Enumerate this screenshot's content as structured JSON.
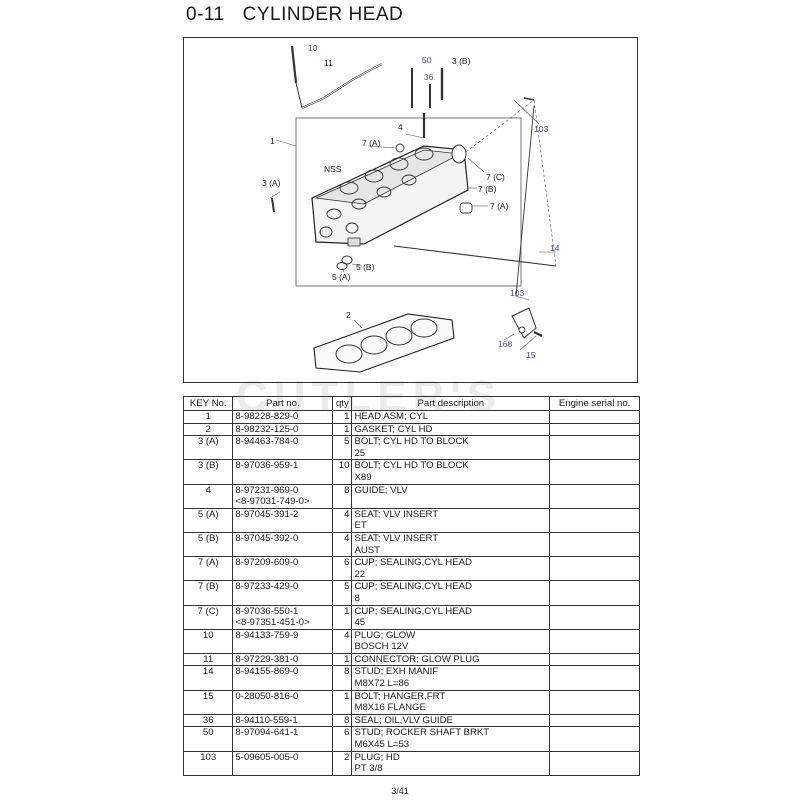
{
  "header": {
    "section": "0-11",
    "title": "CYLINDER HEAD"
  },
  "watermark": "CUTLER'S",
  "diagram_labels": {
    "l10": "10",
    "l11": "11",
    "l50": "50",
    "l36": "36",
    "l3b": "3 (B)",
    "l103a": "103",
    "l1": "1",
    "l7a1": "7 (A)",
    "l4": "4",
    "lnss": "NSS",
    "l7c": "7 (C)",
    "l7b": "7 (B)",
    "l7a2": "7 (A)",
    "l3a": "3 (A)",
    "l14": "14",
    "l5b": "5 (B)",
    "l5a": "5 (A)",
    "l103b": "103",
    "l2": "2",
    "l168": "168",
    "l15": "15"
  },
  "table": {
    "headers": {
      "key": "KEY No.",
      "part": "Part no.",
      "qty": "qty",
      "desc": "Part description",
      "engine": "Engine serial no."
    },
    "rows": [
      {
        "key": "1",
        "part": "8-98228-829-0",
        "part2": "",
        "qty": "1",
        "desc": "HEAD ASM; CYL",
        "desc2": ""
      },
      {
        "key": "2",
        "part": "8-98232-125-0",
        "part2": "",
        "qty": "1",
        "desc": "GASKET; CYL HD",
        "desc2": ""
      },
      {
        "key": "3 (A)",
        "part": "8-94463-784-0",
        "part2": "",
        "qty": "5",
        "desc": "BOLT; CYL HD TO BLOCK",
        "desc2": "25"
      },
      {
        "key": "3 (B)",
        "part": "8-97036-959-1",
        "part2": "",
        "qty": "10",
        "desc": "BOLT; CYL HD TO BLOCK",
        "desc2": "X89"
      },
      {
        "key": "4",
        "part": "8-97231-969-0",
        "part2": "<8-97031-749-0>",
        "qty": "8",
        "desc": "GUIDE; VLV",
        "desc2": ""
      },
      {
        "key": "5 (A)",
        "part": "8-97045-391-2",
        "part2": "",
        "qty": "4",
        "desc": "SEAT; VLV INSERT",
        "desc2": "ET"
      },
      {
        "key": "5 (B)",
        "part": "8-97045-392-0",
        "part2": "",
        "qty": "4",
        "desc": "SEAT; VLV INSERT",
        "desc2": "AUST"
      },
      {
        "key": "7 (A)",
        "part": "8-97209-609-0",
        "part2": "",
        "qty": "6",
        "desc": "CUP; SEALING,CYL HEAD",
        "desc2": "22"
      },
      {
        "key": "7 (B)",
        "part": "8-97233-429-0",
        "part2": "",
        "qty": "5",
        "desc": "CUP; SEALING,CYL HEAD",
        "desc2": "8"
      },
      {
        "key": "7 (C)",
        "part": "8-97036-550-1",
        "part2": "<8-97351-451-0>",
        "qty": "1",
        "desc": "CUP; SEALING,CYL HEAD",
        "desc2": "45"
      },
      {
        "key": "10",
        "part": "8-94133-759-9",
        "part2": "",
        "qty": "4",
        "desc": "PLUG; GLOW",
        "desc2": "BOSCH 12V"
      },
      {
        "key": "11",
        "part": "8-97229-381-0",
        "part2": "",
        "qty": "1",
        "desc": "CONNECTOR; GLOW PLUG",
        "desc2": ""
      },
      {
        "key": "14",
        "part": "8-94155-869-0",
        "part2": "",
        "qty": "8",
        "desc": "STUD; EXH MANIF",
        "desc2": "M8X72 L=86"
      },
      {
        "key": "15",
        "part": "0-28050-816-0",
        "part2": "",
        "qty": "1",
        "desc": "BOLT; HANGER,FRT",
        "desc2": "M8X16 FLANGE"
      },
      {
        "key": "36",
        "part": "8-94110-559-1",
        "part2": "",
        "qty": "8",
        "desc": "SEAL; OIL,VLV GUIDE",
        "desc2": ""
      },
      {
        "key": "50",
        "part": "8-97094-641-1",
        "part2": "",
        "qty": "6",
        "desc": "STUD; ROCKER SHAFT BRKT",
        "desc2": "M6X45 L=53"
      },
      {
        "key": "103",
        "part": "5-09605-005-0",
        "part2": "",
        "qty": "2",
        "desc": "PLUG; HD",
        "desc2": "PT 3/8"
      }
    ]
  },
  "footer": {
    "page": "3/41"
  }
}
